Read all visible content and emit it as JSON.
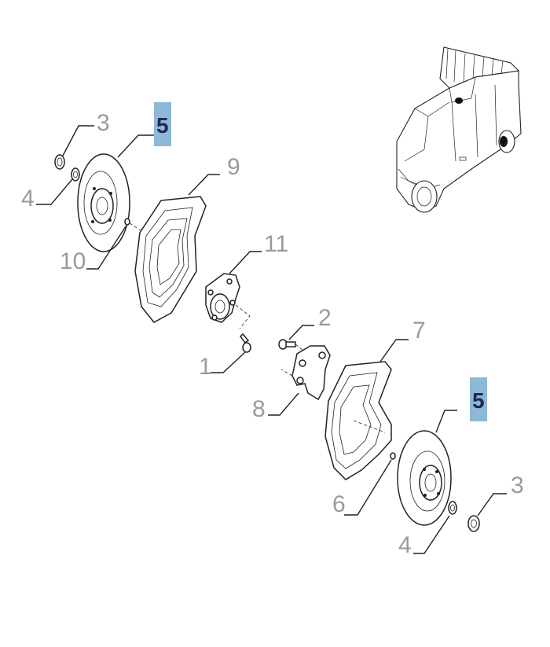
{
  "callouts": {
    "c1": "1",
    "c2": "2",
    "c3_top": "3",
    "c3_bottom": "3",
    "c4_top": "4",
    "c4_bottom": "4",
    "c5_top": "5",
    "c5_bottom": "5",
    "c6": "6",
    "c7": "7",
    "c8": "8",
    "c9": "9",
    "c10": "10",
    "c11": "11"
  },
  "highlight_color": "#8eb8d8"
}
